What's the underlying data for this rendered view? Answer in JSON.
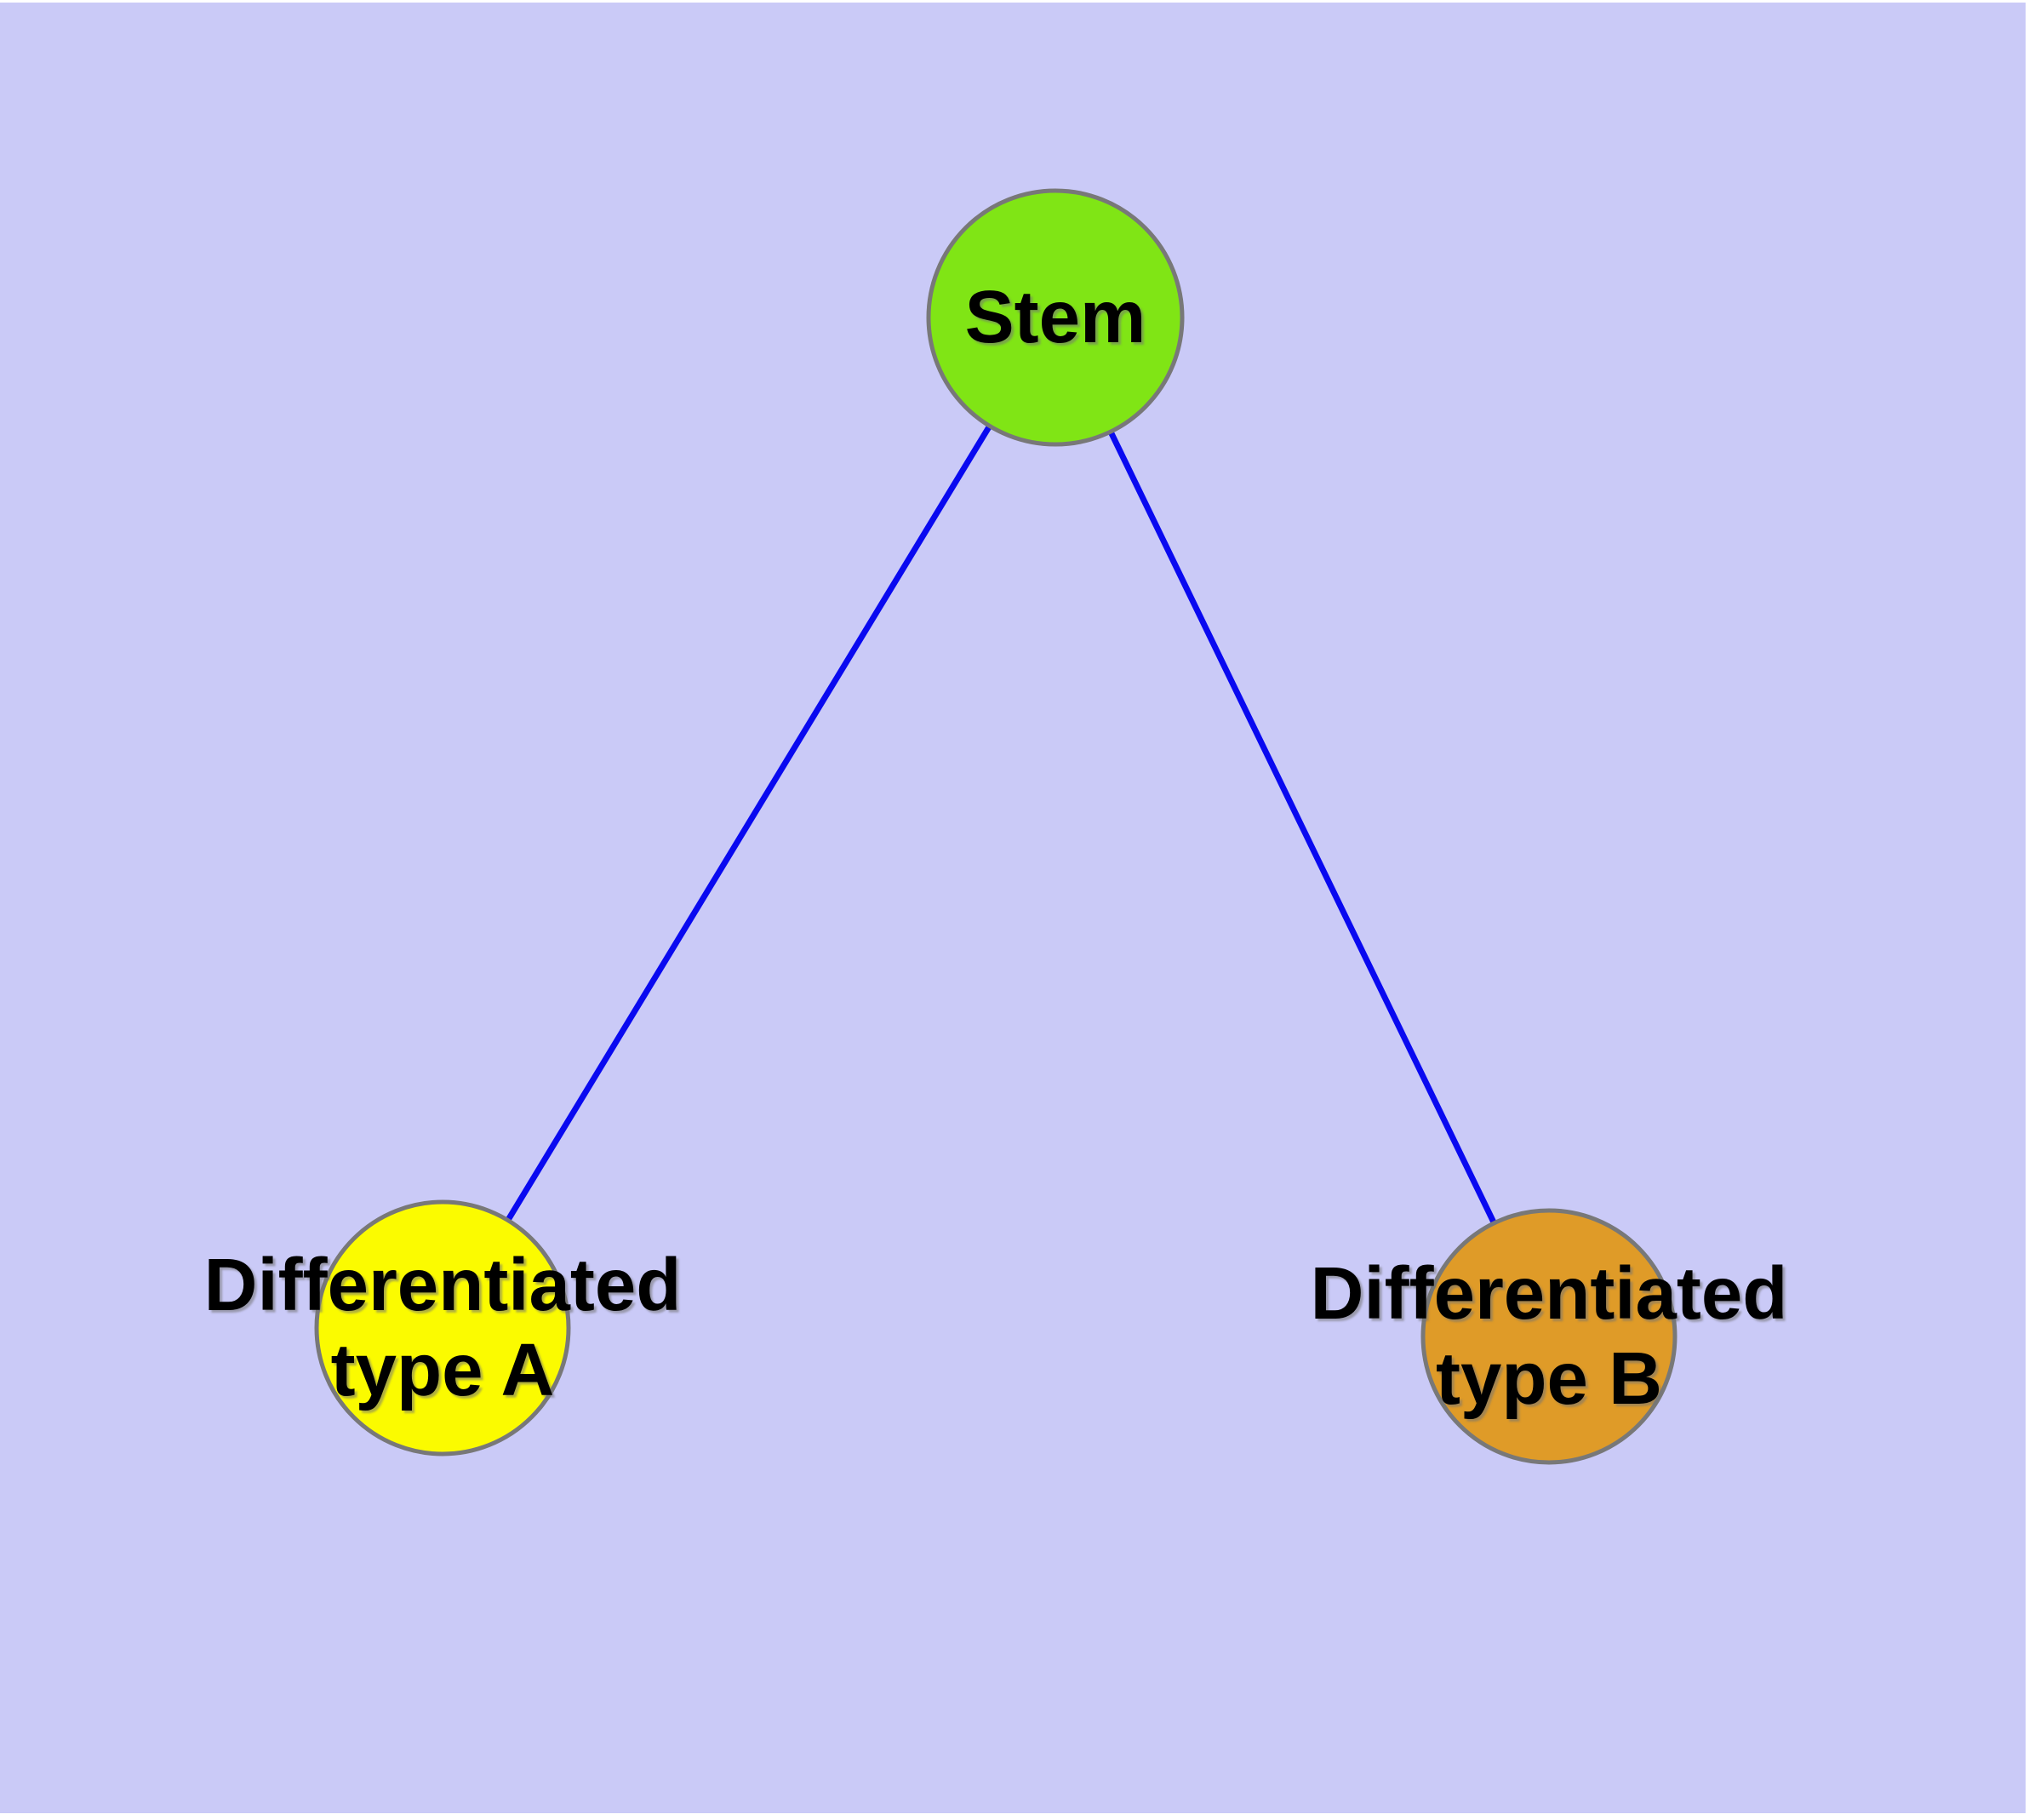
{
  "diagram": {
    "type": "node-link-graph",
    "colors": {
      "background": "#CACAF7",
      "page_margin": "#FFFFFF",
      "edge": "#0909F0",
      "node_border": "#787878",
      "label_text": "#000000"
    },
    "nodes": [
      {
        "id": "stem",
        "label": "Stem",
        "label_lines": [
          "Stem"
        ],
        "fill": "#80E515"
      },
      {
        "id": "differentiated-type-a",
        "label": "Differentiated type A",
        "label_lines": [
          "Differentiated",
          "type A"
        ],
        "fill": "#FBFB00"
      },
      {
        "id": "differentiated-type-b",
        "label": "Differentiated type B",
        "label_lines": [
          "Differentiated",
          "type B"
        ],
        "fill": "#DF9B28"
      }
    ],
    "edges": [
      {
        "from": "stem",
        "to": "differentiated-type-a"
      },
      {
        "from": "stem",
        "to": "differentiated-type-b"
      }
    ]
  }
}
